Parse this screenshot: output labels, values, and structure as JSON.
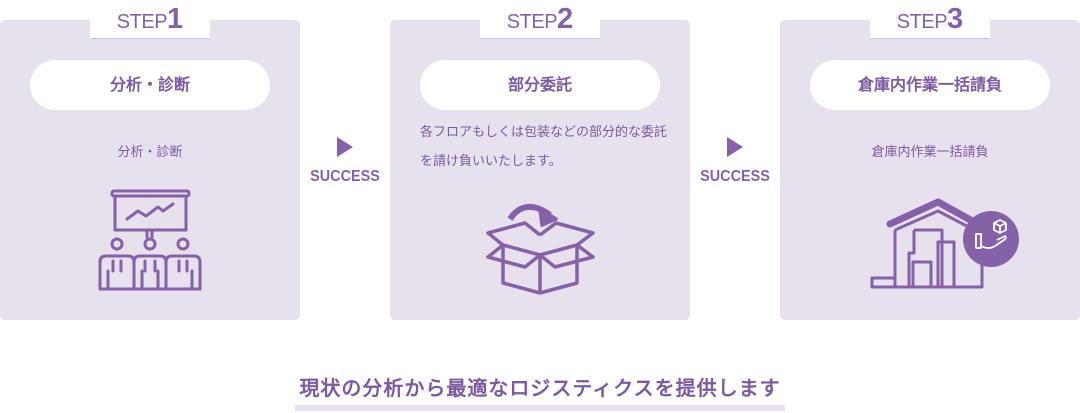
{
  "steps": [
    {
      "step_label": "STEP",
      "step_number": "1",
      "title": "分析・診断",
      "description": "分析・診断",
      "icon": "presentation-audience-icon"
    },
    {
      "step_label": "STEP",
      "step_number": "2",
      "title": "部分委託",
      "description": "各フロアもしくは包装などの部分的な委託を請け負いいたします。",
      "icon": "box-open-icon"
    },
    {
      "step_label": "STEP",
      "step_number": "3",
      "title": "倉庫内作業一括請負",
      "description": "倉庫内作業一括請負",
      "icon": "warehouse-hand-box-icon"
    }
  ],
  "arrows": [
    {
      "label": "SUCCESS"
    },
    {
      "label": "SUCCESS"
    }
  ],
  "footer": {
    "tagline": "現状の分析から最適なロジスティクスを提供します"
  },
  "colors": {
    "accent": "#8561a8",
    "card_bg": "#e7e1ee"
  }
}
